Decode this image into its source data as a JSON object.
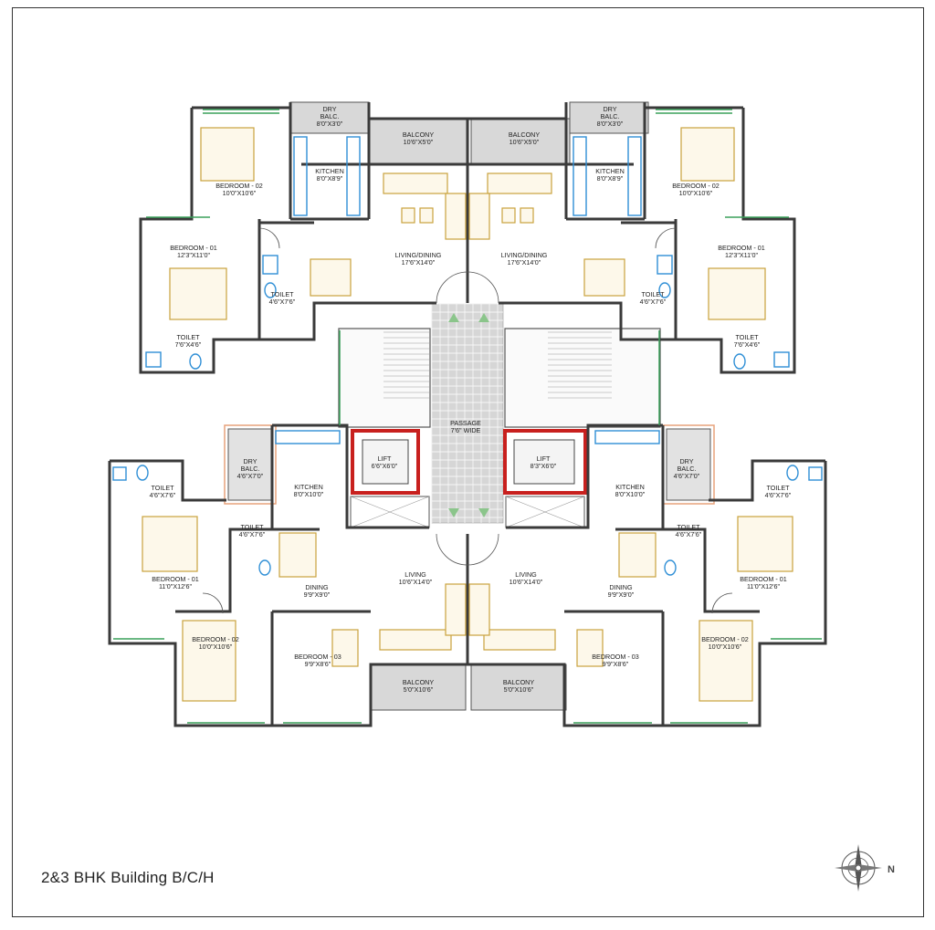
{
  "footer": {
    "title": "2&3  BHK Building B/C/H"
  },
  "compass": {
    "north_label": "N"
  },
  "colors": {
    "wall": "#3a3a3a",
    "furniture": "#c9a23c",
    "fixture": "#2f8fd6",
    "window": "#3aa05a",
    "lift": "#c8201e",
    "stair": "#c8c8c8",
    "passage": "#d9d9d9",
    "balcony": "#cfcfcf",
    "duct": "#e7a27b"
  },
  "rooms": {
    "tl_dry_balc": {
      "name": "DRY\nBALC.",
      "dim": "8'0\"X3'0\""
    },
    "tl_balcony": {
      "name": "BALCONY",
      "dim": "10'6\"X5'0\""
    },
    "tl_kitchen": {
      "name": "KITCHEN",
      "dim": "8'0\"X8'9\""
    },
    "tl_bed2": {
      "name": "BEDROOM - 02",
      "dim": "10'0\"X10'6\""
    },
    "tl_bed1": {
      "name": "BEDROOM - 01",
      "dim": "12'3\"X11'0\""
    },
    "tl_living": {
      "name": "LIVING/DINING",
      "dim": "17'6\"X14'0\""
    },
    "tl_toilet_a": {
      "name": "TOILET",
      "dim": "4'6\"X7'6\""
    },
    "tl_toilet_b": {
      "name": "TOILET",
      "dim": "7'6\"X4'6\""
    },
    "tr_dry_balc": {
      "name": "DRY\nBALC.",
      "dim": "8'0\"X3'0\""
    },
    "tr_balcony": {
      "name": "BALCONY",
      "dim": "10'6\"X5'0\""
    },
    "tr_kitchen": {
      "name": "KITCHEN",
      "dim": "8'0\"X8'9\""
    },
    "tr_bed2": {
      "name": "BEDROOM - 02",
      "dim": "10'0\"X10'6\""
    },
    "tr_bed1": {
      "name": "BEDROOM - 01",
      "dim": "12'3\"X11'0\""
    },
    "tr_living": {
      "name": "LIVING/DINING",
      "dim": "17'6\"X14'0\""
    },
    "tr_toilet_a": {
      "name": "TOILET",
      "dim": "4'6\"X7'6\""
    },
    "tr_toilet_b": {
      "name": "TOILET",
      "dim": "7'6\"X4'6\""
    },
    "passage": {
      "name": "PASSAGE",
      "dim": "7'6\" WIDE"
    },
    "lift_left": {
      "name": "LIFT",
      "dim": "6'6\"X6'0\""
    },
    "lift_right": {
      "name": "LIFT",
      "dim": "8'3\"X6'0\""
    },
    "bl_dry_balc": {
      "name": "DRY\nBALC.",
      "dim": "4'6\"X7'0\""
    },
    "bl_kitchen": {
      "name": "KITCHEN",
      "dim": "8'0\"X10'0\""
    },
    "bl_toilet_a": {
      "name": "TOILET",
      "dim": "4'6\"X7'6\""
    },
    "bl_toilet_b": {
      "name": "TOILET",
      "dim": "4'6\"X7'6\""
    },
    "bl_bed1": {
      "name": "BEDROOM - 01",
      "dim": "11'0\"X12'6\""
    },
    "bl_dining": {
      "name": "DINING",
      "dim": "9'9\"X9'0\""
    },
    "bl_living": {
      "name": "LIVING",
      "dim": "10'6\"X14'0\""
    },
    "bl_bed2": {
      "name": "BEDROOM - 02",
      "dim": "10'0\"X10'6\""
    },
    "bl_bed3": {
      "name": "BEDROOM - 03",
      "dim": "9'9\"X8'6\""
    },
    "bl_balcony": {
      "name": "BALCONY",
      "dim": "5'0\"X10'6\""
    },
    "br_dry_balc": {
      "name": "DRY\nBALC.",
      "dim": "4'6\"X7'0\""
    },
    "br_kitchen": {
      "name": "KITCHEN",
      "dim": "8'0\"X10'0\""
    },
    "br_toilet_a": {
      "name": "TOILET",
      "dim": "4'6\"X7'6\""
    },
    "br_toilet_b": {
      "name": "TOILET",
      "dim": "4'6\"X7'6\""
    },
    "br_bed1": {
      "name": "BEDROOM - 01",
      "dim": "11'0\"X12'6\""
    },
    "br_dining": {
      "name": "DINING",
      "dim": "9'9\"X9'0\""
    },
    "br_living": {
      "name": "LIVING",
      "dim": "10'6\"X14'0\""
    },
    "br_bed2": {
      "name": "BEDROOM - 02",
      "dim": "10'0\"X10'6\""
    },
    "br_bed3": {
      "name": "BEDROOM - 03",
      "dim": "9'9\"X8'6\""
    },
    "br_balcony": {
      "name": "BALCONY",
      "dim": "5'0\"X10'6\""
    }
  }
}
